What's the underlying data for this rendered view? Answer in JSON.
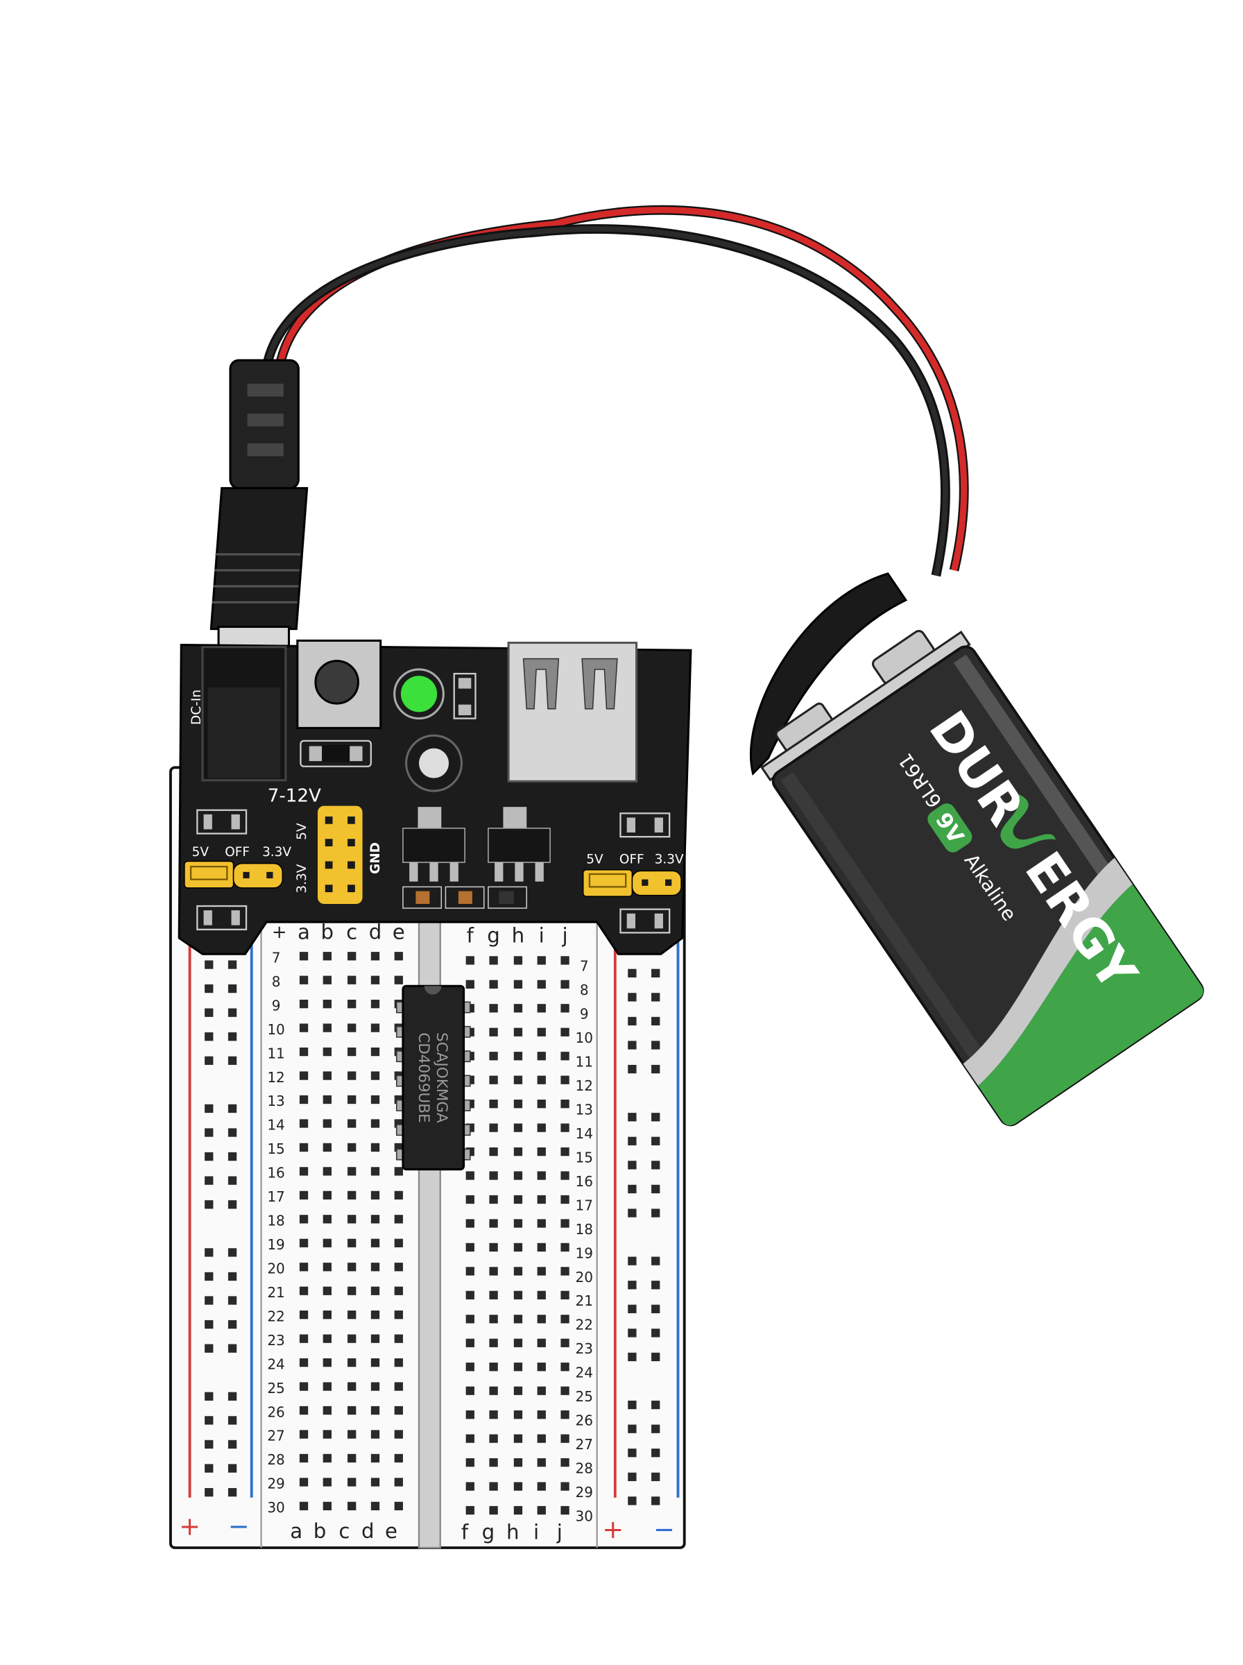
{
  "power_module": {
    "dc_label": "DC-In",
    "voltage_label": "7-12V",
    "left_jumper_labels": [
      "5V",
      "OFF",
      "3.3V"
    ],
    "right_jumper_labels": [
      "5V",
      "OFF",
      "3.3V"
    ],
    "header_labels": {
      "v5": "5V",
      "v33": "3.3V",
      "gnd": "GND"
    },
    "led_color": "#3be03b",
    "pcb_color": "#1c1c1c",
    "header_color": "#f2c12e"
  },
  "breadboard": {
    "columns_left": [
      "a",
      "b",
      "c",
      "d",
      "e"
    ],
    "columns_right": [
      "f",
      "g",
      "h",
      "i",
      "j"
    ],
    "rows": [
      "7",
      "8",
      "9",
      "10",
      "11",
      "12",
      "13",
      "14",
      "15",
      "16",
      "17",
      "18",
      "19",
      "20",
      "21",
      "22",
      "23",
      "24",
      "25",
      "26",
      "27",
      "28",
      "29",
      "30"
    ],
    "top_symbol": "+",
    "plus": "+",
    "minus": "−",
    "rail_colors": {
      "positive": "#d63a3a",
      "negative": "#2f6fd0"
    }
  },
  "chip": {
    "line1": "SCAJOKMGA",
    "line2": "CD4069UBE"
  },
  "battery": {
    "brand_prefix": "DUR",
    "brand_suffix": "ERGY",
    "model": "6LR61",
    "voltage": "9V",
    "type": "Alkaline",
    "accent_color": "#3fa548"
  },
  "wires": {
    "positive": "#d42a2a",
    "negative": "#1a1a1a"
  }
}
